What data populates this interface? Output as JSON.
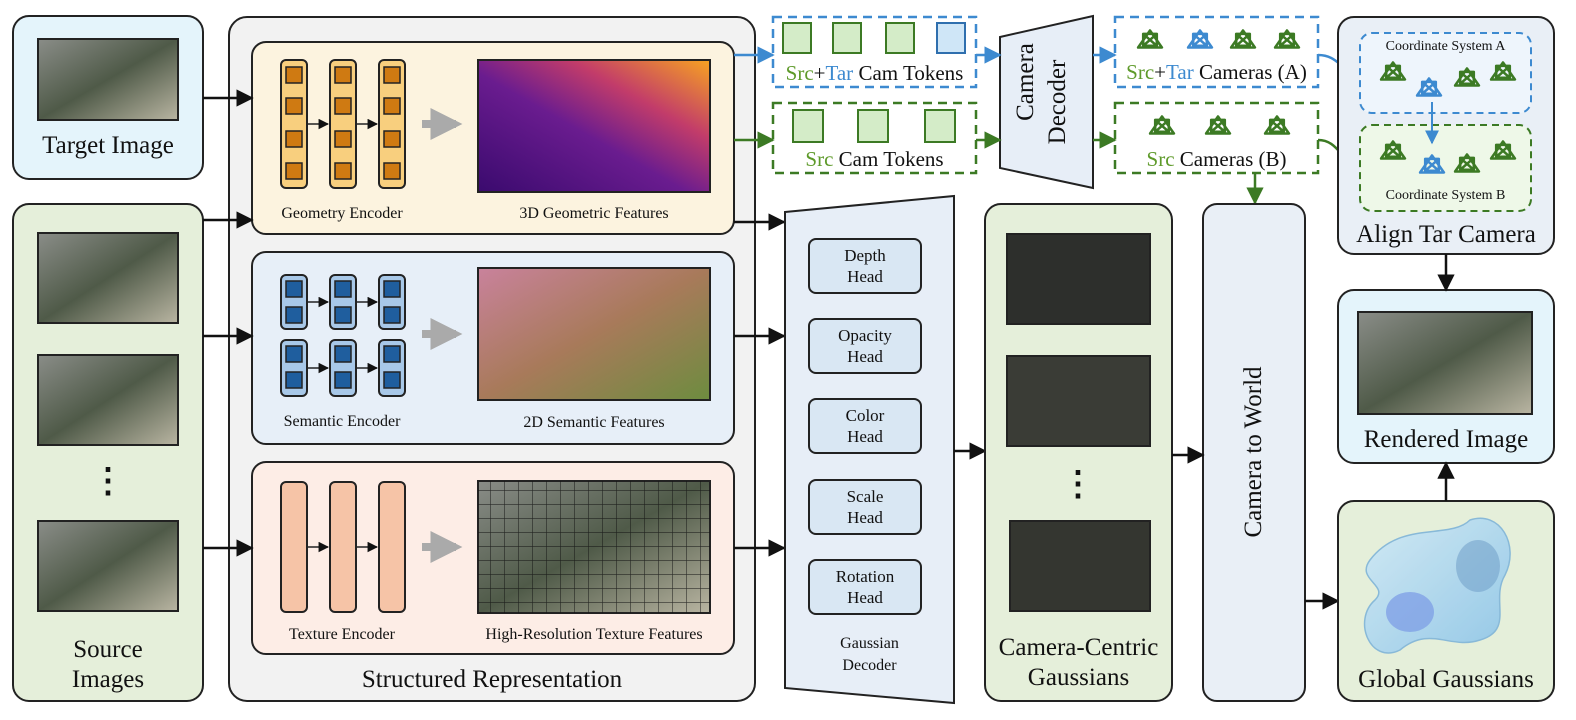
{
  "target_image": {
    "label": "Target Image"
  },
  "source_images": {
    "label_line1": "Source",
    "label_line2": "Images",
    "ellipsis": "⋮"
  },
  "structured": {
    "title": "Structured Representation",
    "geometry": {
      "encoder": "Geometry Encoder",
      "features": "3D Geometric Features"
    },
    "semantic": {
      "encoder": "Semantic Encoder",
      "features": "2D Semantic Features"
    },
    "texture": {
      "encoder": "Texture Encoder",
      "features": "High-Resolution Texture Features"
    }
  },
  "tokens_a": {
    "src": "Src",
    "plus": "+",
    "tar": "Tar",
    "rest": " Cam Tokens"
  },
  "tokens_b": {
    "src": "Src",
    "rest": " Cam Tokens"
  },
  "camera_decoder": {
    "line1": "Camera",
    "line2": "Decoder"
  },
  "cameras_a": {
    "src": "Src",
    "plus": "+",
    "tar": "Tar",
    "rest": " Cameras (A)"
  },
  "cameras_b": {
    "src": "Src",
    "rest": " Cameras (B)"
  },
  "align": {
    "title": "Align Tar Camera",
    "coord_a": "Coordinate System A",
    "coord_b": "Coordinate System B"
  },
  "gaussian_decoder": {
    "label_line1": "Gaussian",
    "label_line2": "Decoder",
    "heads": [
      {
        "line1": "Depth",
        "line2": "Head"
      },
      {
        "line1": "Opacity",
        "line2": "Head"
      },
      {
        "line1": "Color",
        "line2": "Head"
      },
      {
        "line1": "Scale",
        "line2": "Head"
      },
      {
        "line1": "Rotation",
        "line2": "Head"
      }
    ]
  },
  "camera_centric": {
    "line1": "Camera-Centric",
    "line2": "Gaussians",
    "ellipsis": "⋮"
  },
  "camera_to_world": {
    "label": "Camera to World"
  },
  "rendered": {
    "label": "Rendered Image"
  },
  "global": {
    "label": "Global Gaussians"
  },
  "colors": {
    "green": "#5e9a2a",
    "blue": "#3d8ad0",
    "dark_green": "#3c7a24"
  }
}
